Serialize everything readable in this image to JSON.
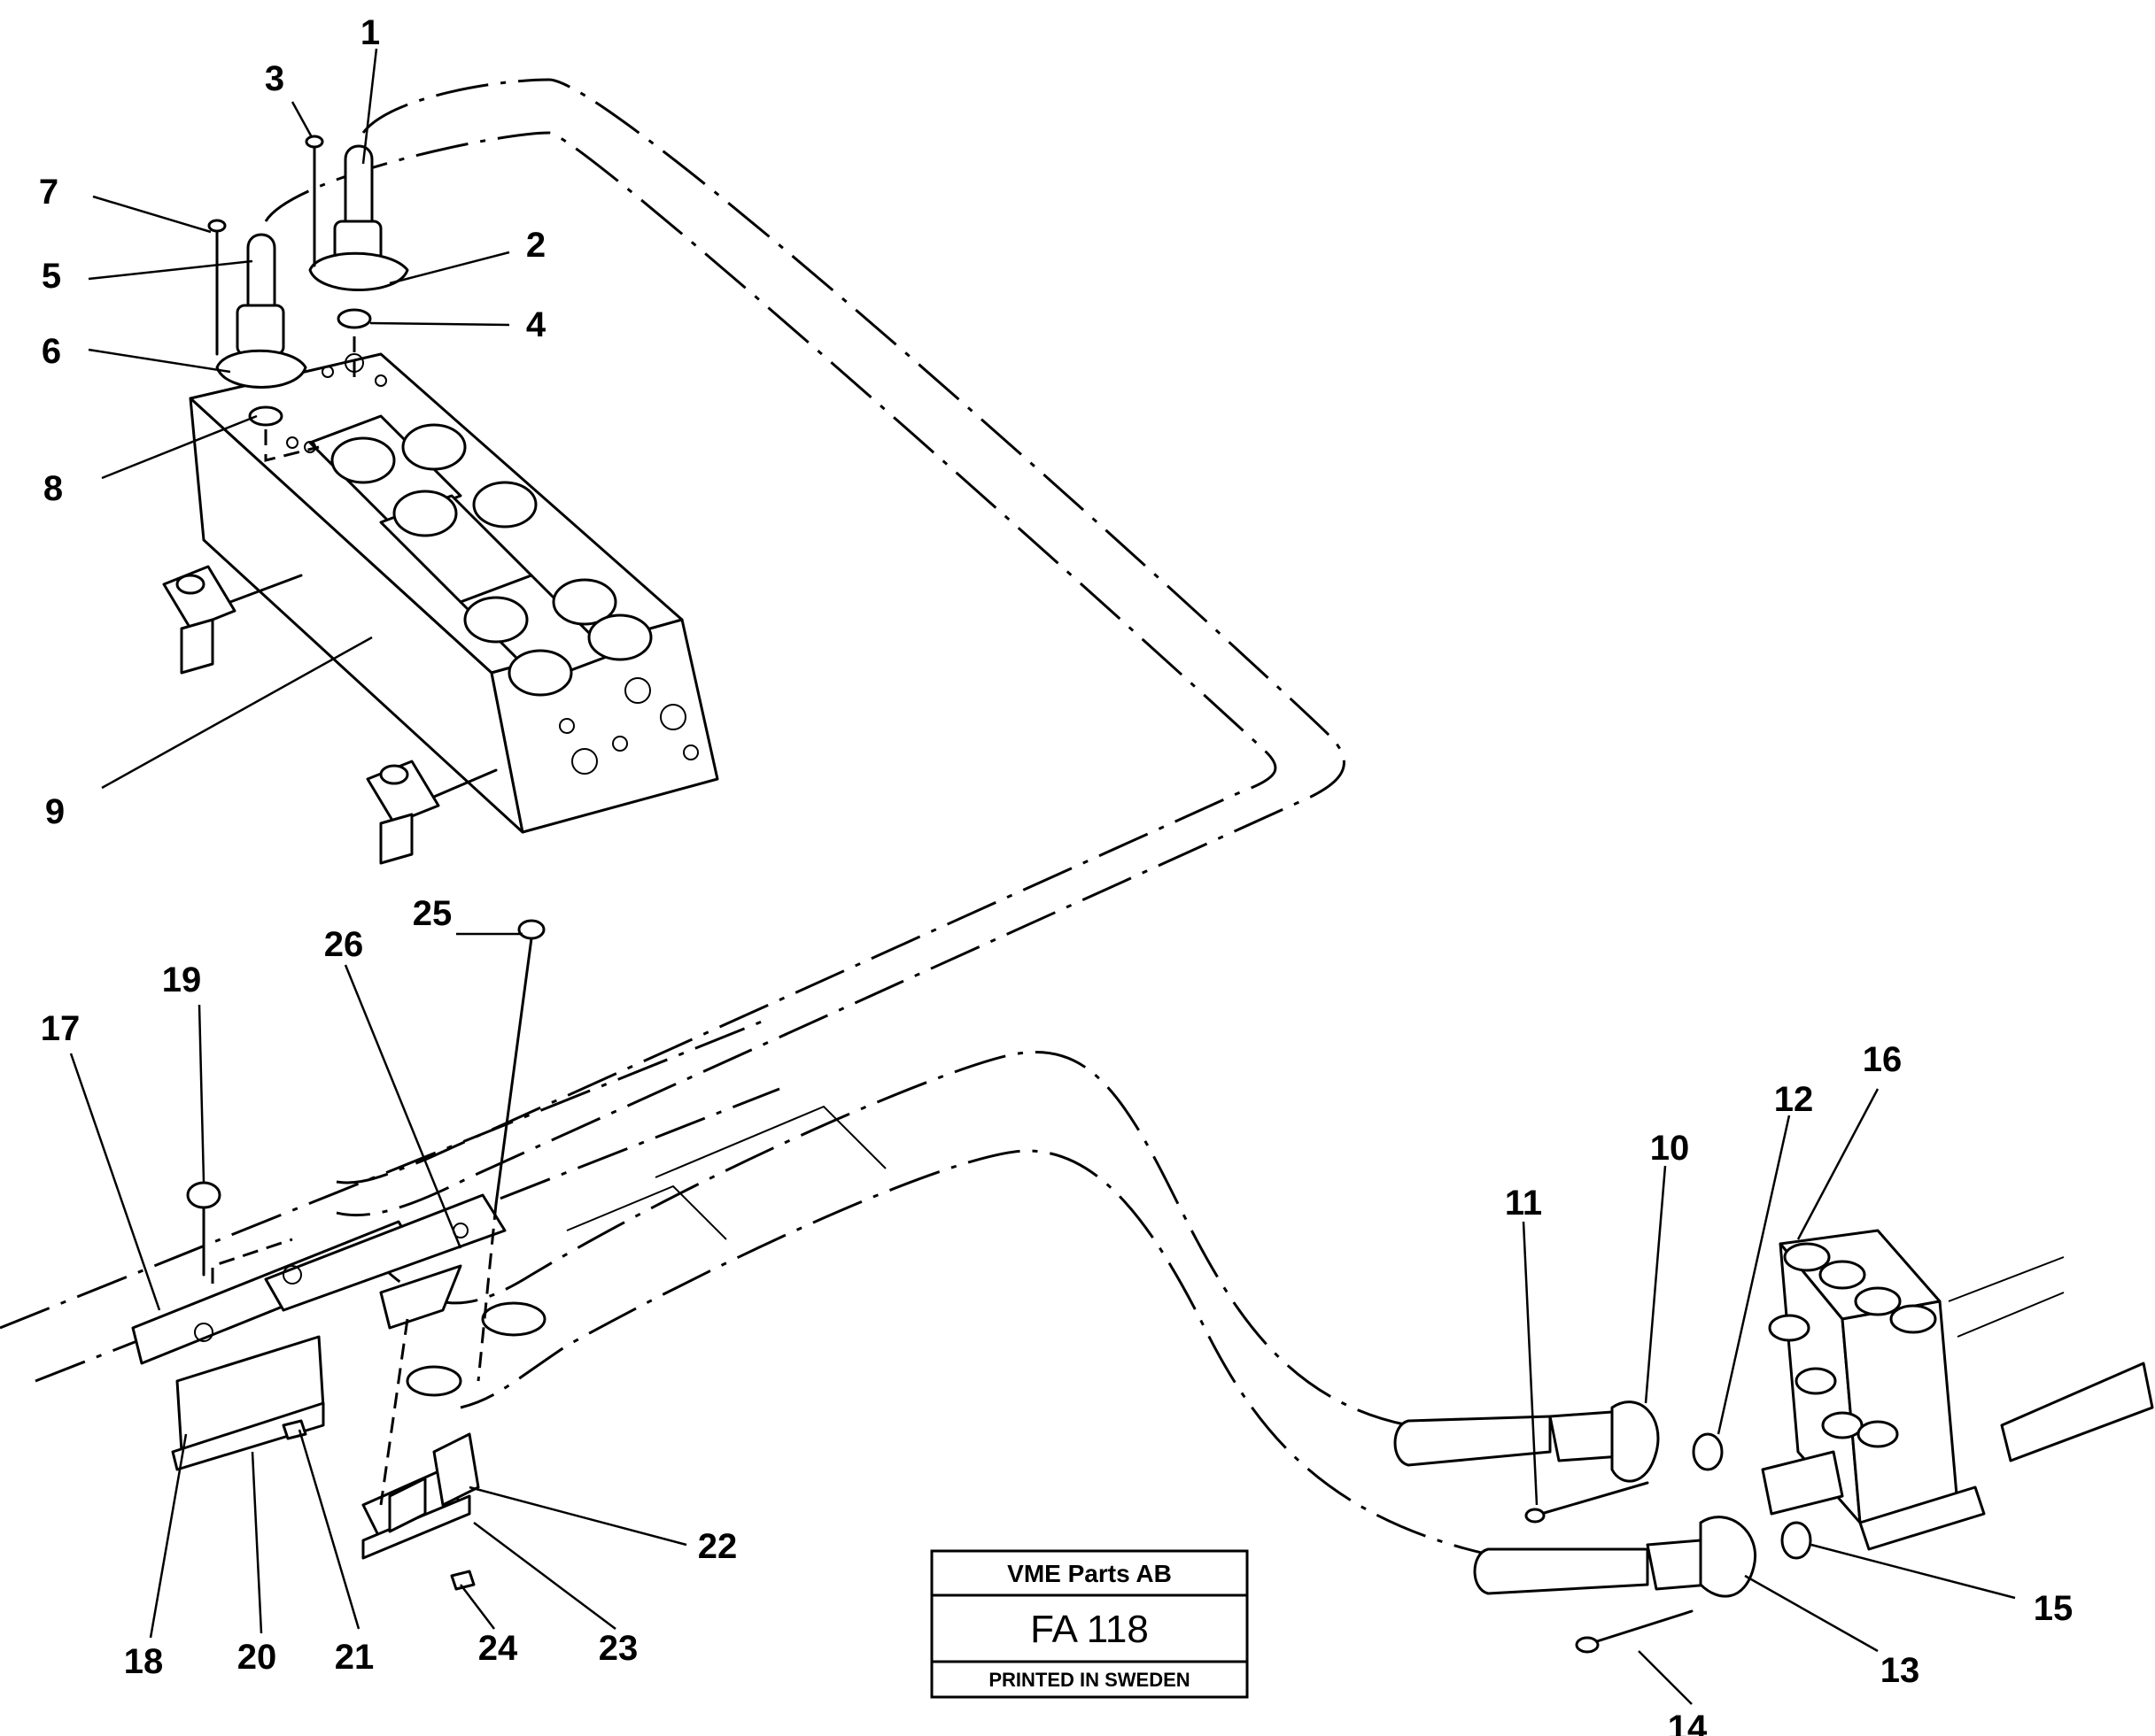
{
  "plate": {
    "company": "VME Parts AB",
    "code": "FA 118",
    "footer": "PRINTED IN SWEDEN"
  },
  "callouts": [
    "1",
    "2",
    "3",
    "4",
    "5",
    "6",
    "7",
    "8",
    "9",
    "10",
    "11",
    "12",
    "13",
    "14",
    "15",
    "16",
    "17",
    "18",
    "19",
    "20",
    "21",
    "22",
    "23",
    "24",
    "25",
    "26"
  ]
}
